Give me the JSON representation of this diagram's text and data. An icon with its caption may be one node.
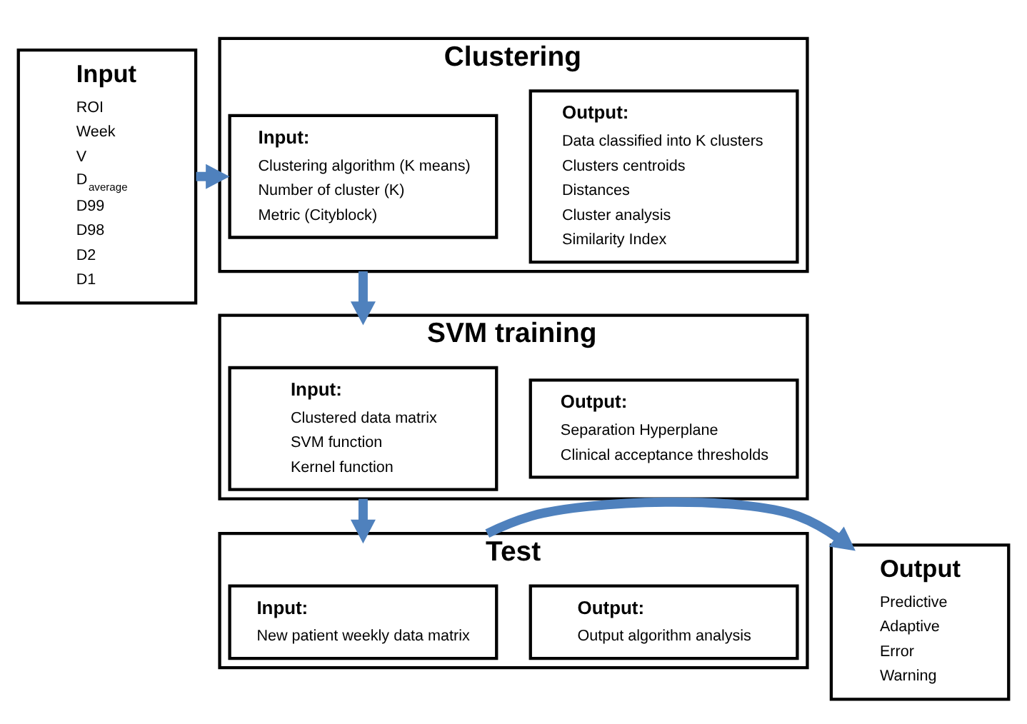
{
  "diagram": {
    "nodes": [
      {
        "text": [
          "Input",
          "ROI",
          "Week",
          "V",
          "D$_{average}$",
          "D99",
          "D98",
          "D2",
          "D1"
        ]
      },
      {
        "text": [
          "Clustering"
        ]
      },
      {
        "text": [
          "Input:",
          "Clustering algorithm (K means)",
          "Number of cluster (K)",
          "Metric (Cityblock)"
        ],
        "in": 1
      },
      {
        "text": [
          "Output:",
          "Data classified into K clusters",
          "Clusters centroids",
          "Distances",
          "Cluster analysis",
          "Similarity Index"
        ],
        "in": 1
      },
      {
        "text": [
          "SVM training"
        ]
      },
      {
        "text": [
          "Input:",
          "Clustered data matrix",
          "SVM function",
          "Kernel function"
        ],
        "in": 4
      },
      {
        "text": [
          "Output:",
          "Separation Hyperplane",
          "Clinical acceptance thresholds"
        ],
        "in": 4
      },
      {
        "text": [
          "Test"
        ]
      },
      {
        "text": [
          "Input:",
          "New patient weekly data matrix"
        ],
        "in": 7
      },
      {
        "text": [
          "Output:",
          "Output algorithm analysis"
        ],
        "in": 7
      },
      {
        "text": [
          "Output",
          "Predictive",
          "Adaptive",
          "Error",
          "Warning"
        ]
      }
    ],
    "edges": [
      {
        "from": 0,
        "to": 1,
        "arrow": "to"
      },
      {
        "from": 1,
        "to": 4,
        "arrow": "to"
      },
      {
        "from": 4,
        "to": 7,
        "arrow": "to"
      },
      {
        "from": 7,
        "to": 10,
        "arrow": "to"
      }
    ]
  }
}
